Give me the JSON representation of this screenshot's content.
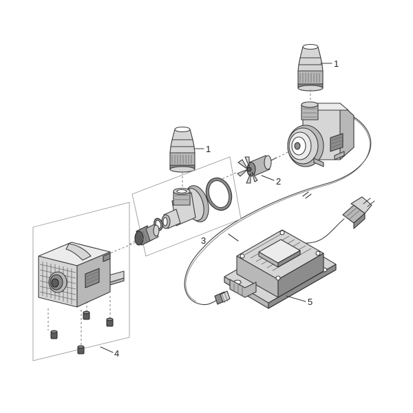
{
  "callouts": [
    {
      "id": "outlet-nozzle-top",
      "label": "1"
    },
    {
      "id": "outlet-nozzle-mid",
      "label": "1"
    },
    {
      "id": "impeller",
      "label": "2"
    },
    {
      "id": "pump-housing-set",
      "label": "3"
    },
    {
      "id": "filter-cage-set",
      "label": "4"
    },
    {
      "id": "transformer",
      "label": "5"
    }
  ],
  "colors": {
    "line": "#3a3a3a",
    "frame": "#9a9a9a",
    "light": "#d6d6d6",
    "mid": "#b8b8b8",
    "dark": "#8c8c8c"
  }
}
